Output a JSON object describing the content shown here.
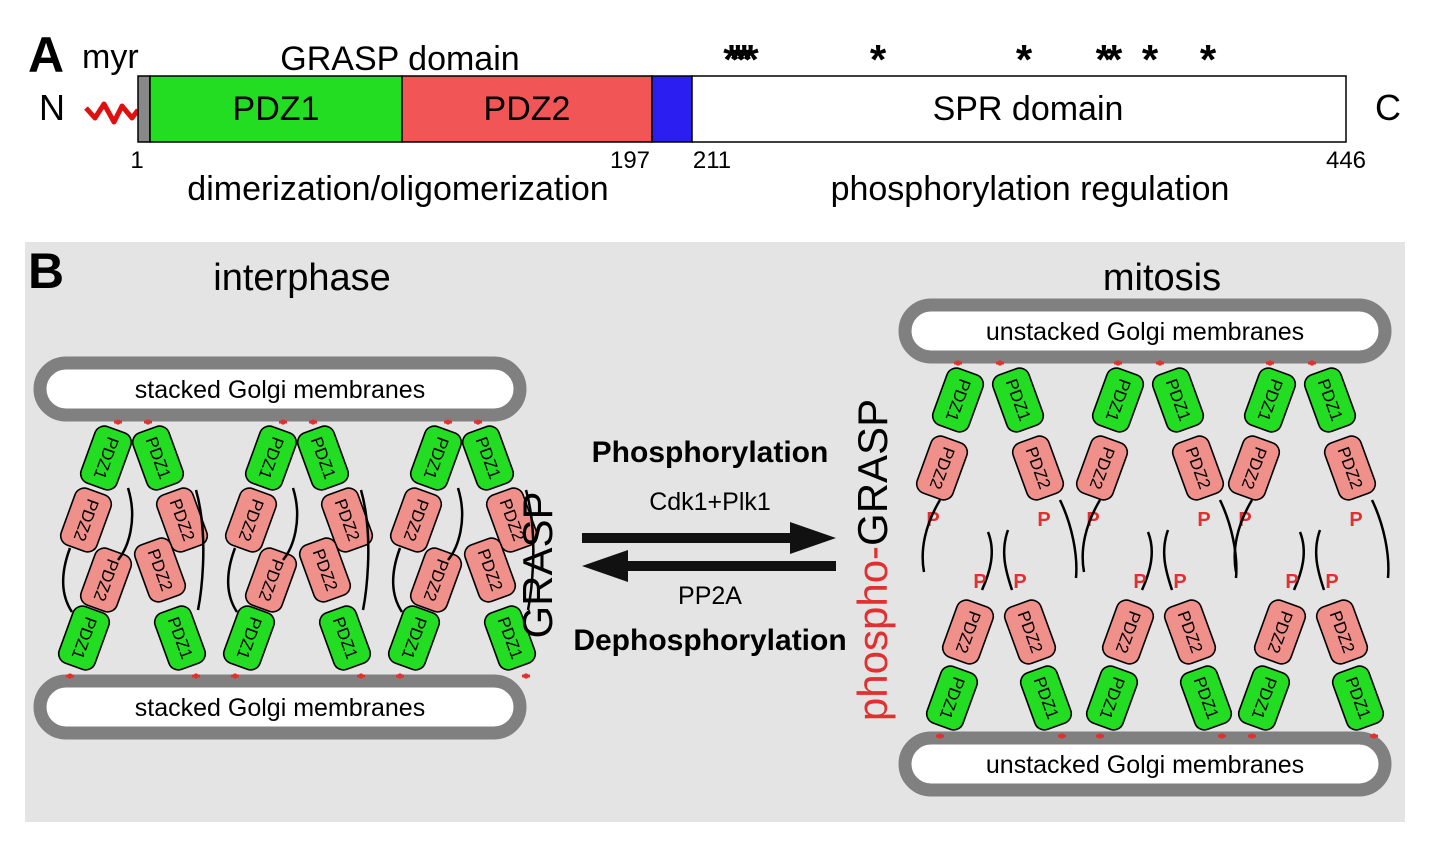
{
  "panel_a": {
    "label": "A",
    "myr": "myr",
    "grasp_domain": "GRASP domain",
    "n_term": "N",
    "c_term": "C",
    "pdz1": "PDZ1",
    "pdz2": "PDZ2",
    "spr": "SPR domain",
    "pos_1": "1",
    "pos_197": "197",
    "pos_211": "211",
    "pos_446": "446",
    "left_caption": "dimerization/oligomerization",
    "right_caption": "phosphorylation regulation",
    "star_group_1": "****",
    "star_1": "*",
    "star_2": "*",
    "star_group_2": "**",
    "star_3": "*",
    "star_4": "*",
    "colors": {
      "pdz1": "#22dd22",
      "pdz2": "#f25555",
      "linker": "#2a1ef0",
      "myr": "#e01010"
    }
  },
  "panel_b": {
    "label": "B",
    "left_title": "interphase",
    "right_title": "mitosis",
    "stacked_top": "stacked Golgi membranes",
    "stacked_bottom": "stacked Golgi membranes",
    "unstacked_top": "unstacked Golgi membranes",
    "unstacked_bottom": "unstacked Golgi membranes",
    "grasp_label": "GRASP",
    "phospho_prefix": "phospho-",
    "phospho_grasp": "GRASP",
    "phosphorylation": "Phosphorylation",
    "kinases": "Cdk1+Plk1",
    "phosphatase": "PP2A",
    "dephosphorylation": "Dephosphorylation",
    "pdz1": "PDZ1",
    "pdz2": "PDZ2",
    "p_label": "P",
    "colors": {
      "pdz1": "#22dd22",
      "pdz2": "#f0908a",
      "phospho": "#e03030",
      "membrane": "#808080",
      "background": "#e4e4e4"
    }
  }
}
